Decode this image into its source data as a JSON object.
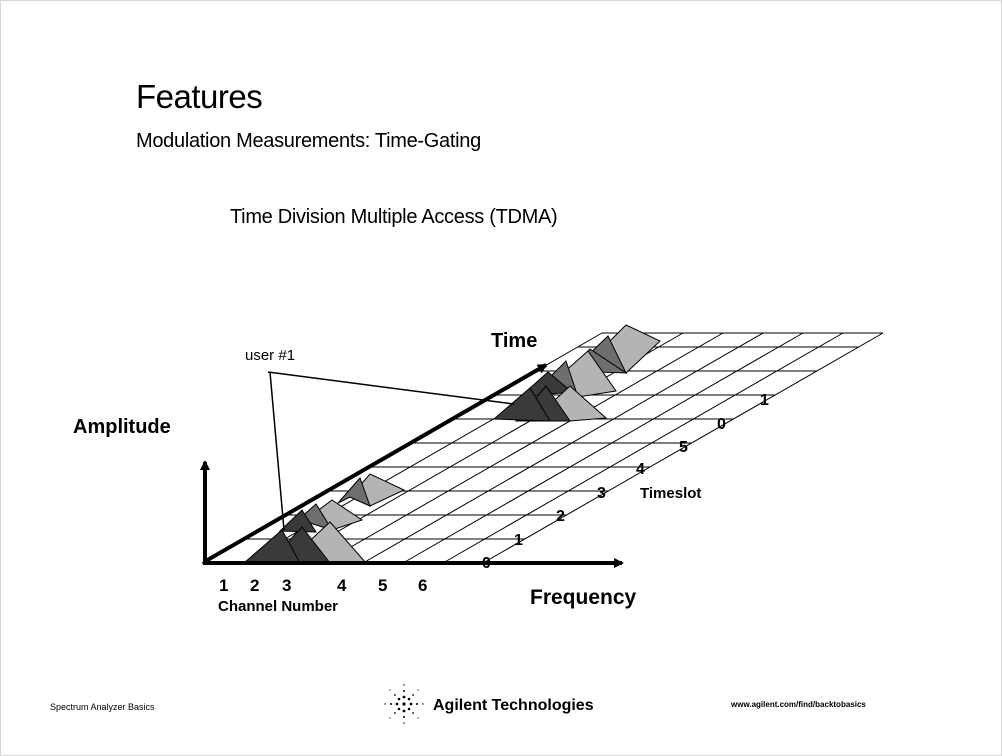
{
  "slide": {
    "title": "Features",
    "subtitle": "Modulation Measurements: Time-Gating",
    "diagram_title": "Time Division Multiple Access (TDMA)"
  },
  "diagram": {
    "callout": "user #1",
    "time_axis_label": "Time",
    "amplitude_axis_label": "Amplitude",
    "frequency_axis_label": "Frequency",
    "channel_axis_label": "Channel Number",
    "timeslot_axis_label": "Timeslot",
    "channel_ticks": [
      "1",
      "2",
      "3",
      "4",
      "5",
      "6"
    ],
    "timeslot_ticks": [
      "0",
      "1",
      "2",
      "3",
      "4",
      "5",
      "0",
      "1"
    ],
    "colors": {
      "dark": "#3a3a3a",
      "mid": "#6e6e6e",
      "light": "#b4b4b4"
    }
  },
  "footer": {
    "left_text": "Spectrum Analyzer Basics",
    "company": "Agilent Technologies",
    "url": "www.agilent.com/find/backtobasics"
  }
}
